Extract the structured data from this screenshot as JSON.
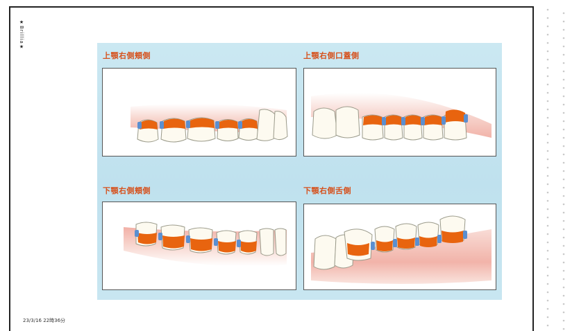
{
  "sidebar_label": "★Brillia★",
  "timestamp": "23/3/16 22時36分",
  "panels": [
    {
      "title": "上顎右側頬側"
    },
    {
      "title": "上顎右側口蓋側"
    },
    {
      "title": "下顎右側頬側"
    },
    {
      "title": "下顎右側舌側"
    }
  ],
  "colors": {
    "figure_bg": "#c6e5f0",
    "title": "#d6501b",
    "tooth_fill": "#fdfaf0",
    "stain_orange": "#e8640f",
    "band_blue": "#5b8fd0",
    "gum_pink": "#f2b8b0"
  }
}
